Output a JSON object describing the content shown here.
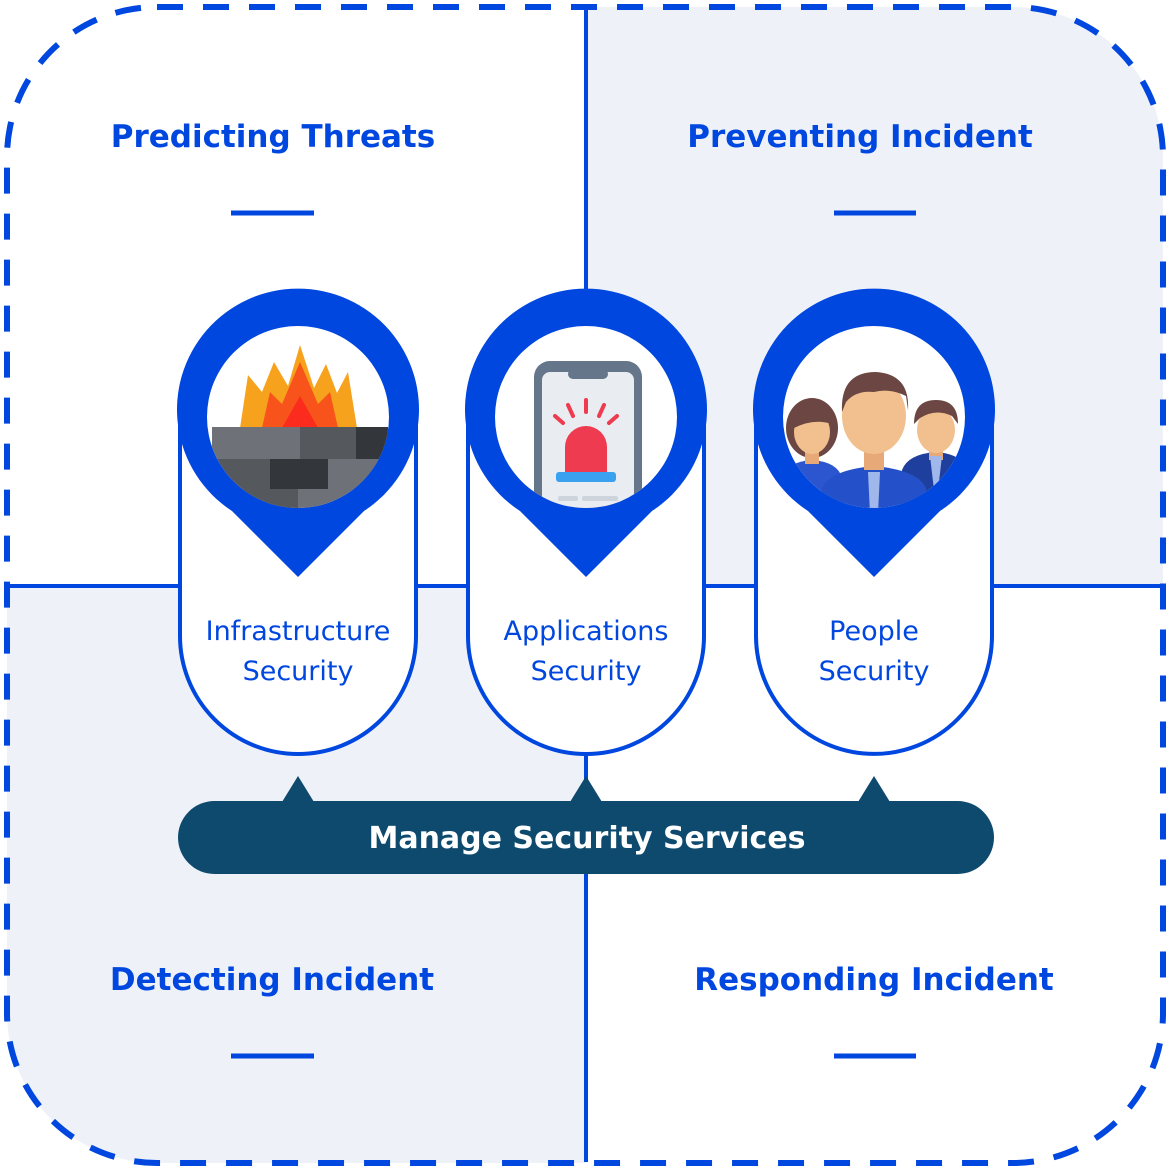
{
  "quadrants": {
    "top_left": {
      "title": "Predicting Threats"
    },
    "top_right": {
      "title": "Preventing Incident"
    },
    "bottom_left": {
      "title": "Detecting Incident"
    },
    "bottom_right": {
      "title": "Responding Incident"
    }
  },
  "pillars": [
    {
      "line1": "Infrastructure",
      "line2": "Security",
      "icon": "firewall-icon"
    },
    {
      "line1": "Applications",
      "line2": "Security",
      "icon": "mobile-alarm-icon"
    },
    {
      "line1": "People",
      "line2": "Security",
      "icon": "people-group-icon"
    }
  ],
  "bar": {
    "label": "Manage Security Services"
  },
  "colors": {
    "accent": "#0047e0",
    "bar": "#0e4a6e",
    "panel": "#eef2f8",
    "white": "#ffffff"
  }
}
